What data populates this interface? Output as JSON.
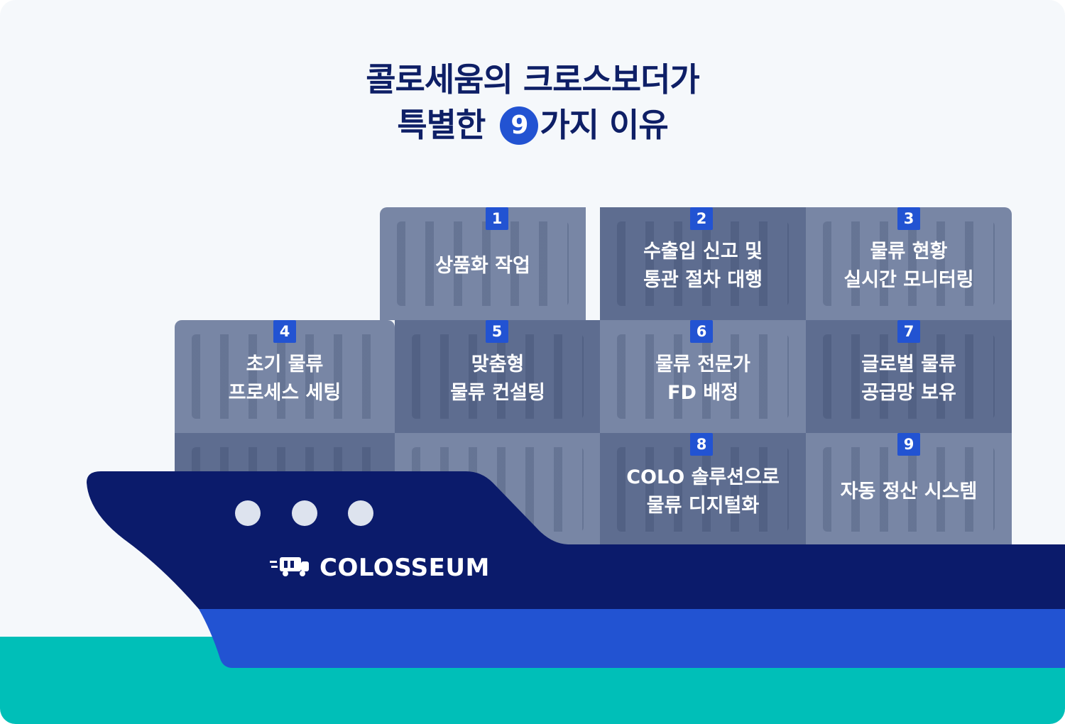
{
  "title": {
    "line1": "콜로세움의 크로스보더가",
    "line2_prefix": "특별한",
    "line2_number": "9",
    "line2_suffix": "가지 이유"
  },
  "brand": {
    "name": "COLOSSEUM",
    "logo_icon": "truck-icon"
  },
  "reasons": [
    {
      "number": "1",
      "label": "상품화 작업"
    },
    {
      "number": "2",
      "label": "수출입 신고 및\n통관 절차 대행"
    },
    {
      "number": "3",
      "label": "물류 현황\n실시간 모니터링"
    },
    {
      "number": "4",
      "label": "초기 물류\n프로세스 세팅"
    },
    {
      "number": "5",
      "label": "맞춤형\n물류 컨설팅"
    },
    {
      "number": "6",
      "label": "물류 전문가\nFD 배정"
    },
    {
      "number": "7",
      "label": "글로벌 물류\n공급망 보유"
    },
    {
      "number": "8",
      "label": "COLO 솔루션으로\n물류 디지털화"
    },
    {
      "number": "9",
      "label": "자동 정산 시스템"
    }
  ],
  "colors": {
    "title": "#0e1f66",
    "accent": "#2253d2",
    "hull_dark": "#0b1b6b",
    "hull_blue": "#2253d2",
    "water": "#00bfb8",
    "container_light": "#7886a5",
    "container_dark": "#5e6d90"
  }
}
